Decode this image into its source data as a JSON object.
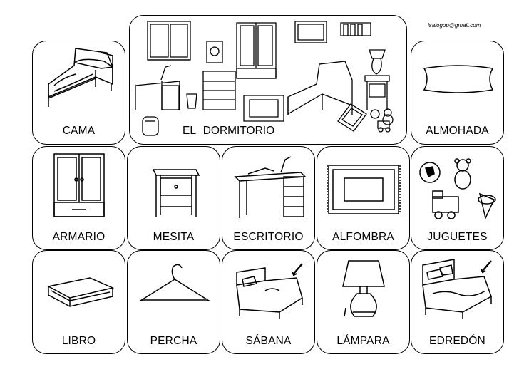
{
  "author_email": "isalogop@gmail.com",
  "main_title": "EL  DORMITORIO",
  "cards": {
    "cama": "CAMA",
    "almohada": "ALMOHADA",
    "armario": "ARMARIO",
    "mesita": "MESITA",
    "escritorio": "ESCRITORIO",
    "alfombra": "ALFOMBRA",
    "juguetes": "JUGUETES",
    "libro": "LIBRO",
    "percha": "PERCHA",
    "sabana": "SÁBANA",
    "lampara": "LÁMPARA",
    "edredon": "EDREDÓN"
  }
}
